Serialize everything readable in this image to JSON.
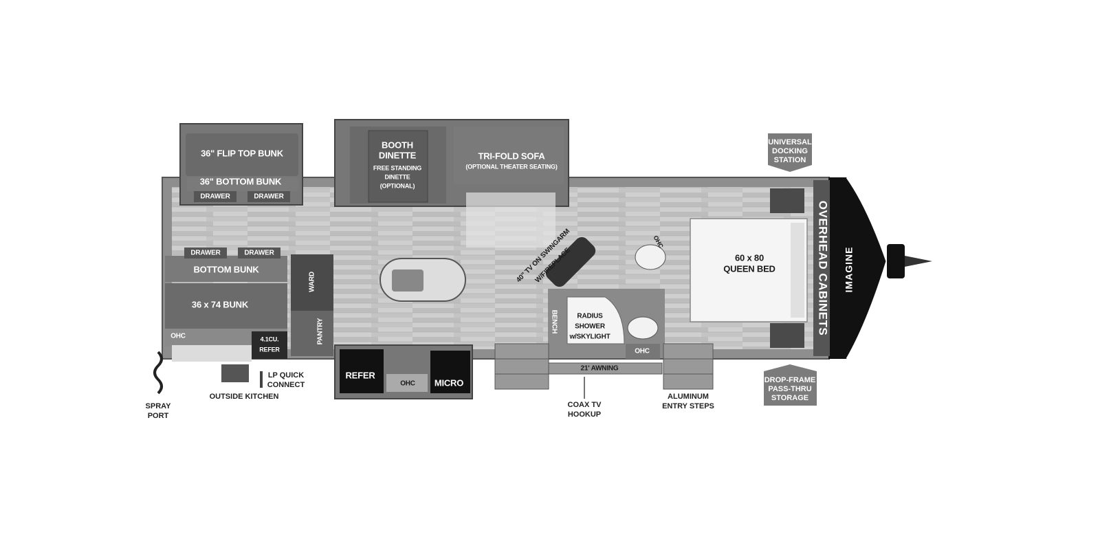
{
  "floorplan": {
    "brand": "IMAGINE",
    "overhead_cabinets": "OVERHEAD CABINETS",
    "bed": [
      "60 x 80",
      "QUEEN BED"
    ],
    "ohc": "OHC",
    "tv": [
      "40\" TV ON SWINGARM",
      "W/FIREPLACE"
    ],
    "shower": [
      "RADIUS",
      "SHOWER",
      "w/SKYLIGHT"
    ],
    "bench": "BENCH",
    "sofa": [
      "TRI-FOLD SOFA",
      "(OPTIONAL THEATER SEATING)"
    ],
    "dinette": [
      "BOOTH",
      "DINETTE",
      "FREE STANDING",
      "DINETTE",
      "(OPTIONAL)"
    ],
    "flip_bunk": "36\" FLIP TOP BUNK",
    "bottom_bunk_36": "36\" BOTTOM BUNK",
    "drawer": "DRAWER",
    "bottom_bunk": "BOTTOM BUNK",
    "bunk_74": "36 x 74 BUNK",
    "ward": "WARD",
    "pantry": "PANTRY",
    "refer_small": [
      "4.1CU.",
      "REFER"
    ],
    "refer": "REFER",
    "micro": "MICRO",
    "awning": "21' AWNING"
  },
  "callouts": {
    "docking": [
      "UNIVERSAL",
      "DOCKING",
      "STATION"
    ],
    "drop_frame": [
      "DROP-FRAME",
      "PASS-THRU",
      "STORAGE"
    ],
    "entry_steps": [
      "ALUMINUM",
      "ENTRY STEPS"
    ],
    "coax": [
      "COAX TV",
      "HOOKUP"
    ],
    "outside_kitchen": "OUTSIDE KITCHEN",
    "lp": [
      "LP QUICK",
      "CONNECT"
    ],
    "spray": [
      "SPRAY",
      "PORT"
    ]
  }
}
